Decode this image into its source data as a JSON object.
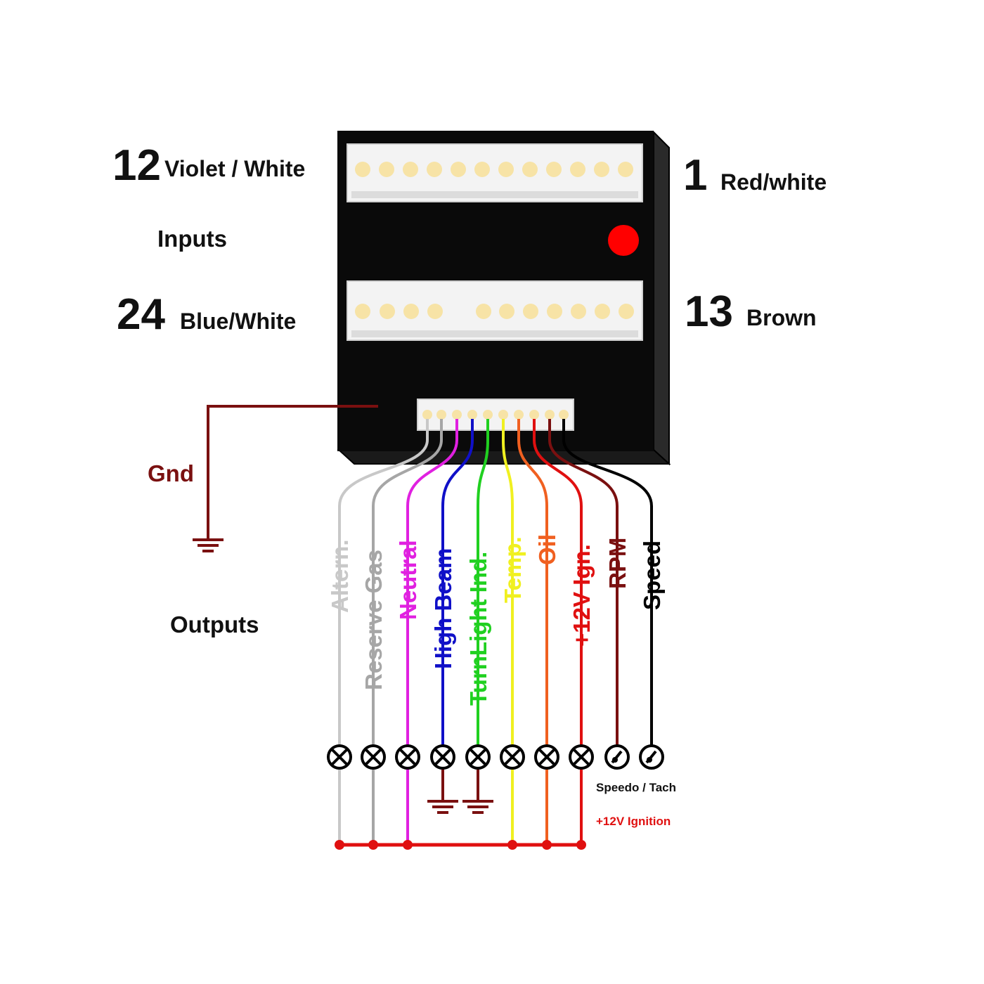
{
  "pin_labels": {
    "top_left": {
      "number": "12",
      "name": "Violet / White"
    },
    "top_right": {
      "number": "1",
      "name": "Red/white"
    },
    "bottom_left": {
      "number": "24",
      "name": "Blue/White"
    },
    "bottom_right": {
      "number": "13",
      "name": "Brown"
    }
  },
  "sections": {
    "inputs": "Inputs",
    "outputs": "Outputs",
    "ground": "Gnd"
  },
  "colors": {
    "module_body": "#0a0a0a",
    "connector_housing": "#f3f3f3",
    "pin": "#f7e3a6",
    "status_led": "#ff0000",
    "ground_wire": "#7a1010",
    "ignition_bus": "#e01010"
  },
  "outputs": [
    {
      "label": "Altern.",
      "color": "#c8c8c8",
      "terminal": "lamp"
    },
    {
      "label": "Reserve Gas",
      "color": "#a6a6a6",
      "terminal": "lamp"
    },
    {
      "label": "Neutral",
      "color": "#e020e0",
      "terminal": "lamp"
    },
    {
      "label": "High Beam",
      "color": "#1010c8",
      "terminal": "lamp"
    },
    {
      "label": "TurnLight Ind.",
      "color": "#20d020",
      "terminal": "lamp"
    },
    {
      "label": "Temp.",
      "color": "#f0f020",
      "terminal": "lamp"
    },
    {
      "label": "Oil",
      "color": "#f06020",
      "terminal": "lamp"
    },
    {
      "label": "+12V Ign.",
      "color": "#e01010",
      "terminal": "lamp"
    },
    {
      "label": "RPM",
      "color": "#7a1010",
      "terminal": "gauge"
    },
    {
      "label": "Speed",
      "color": "#000000",
      "terminal": "gauge"
    }
  ],
  "notes": {
    "speedo_tach": "Speedo / Tach",
    "ignition": "+12V Ignition"
  }
}
